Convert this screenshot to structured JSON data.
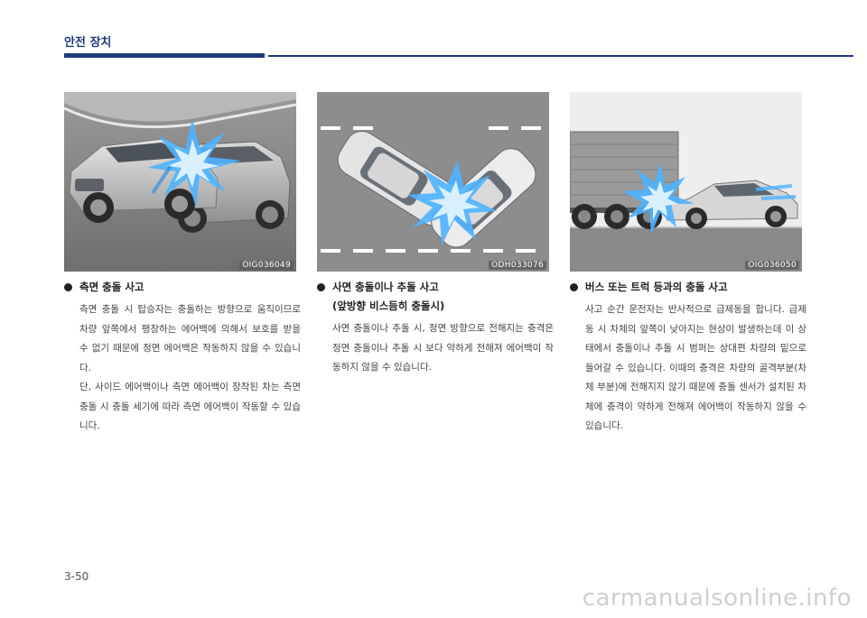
{
  "header": {
    "title": "안전 장치"
  },
  "figures": [
    {
      "code": "OIG036049"
    },
    {
      "code": "ODH033076"
    },
    {
      "code": "OIG036050"
    }
  ],
  "sections": [
    {
      "title": "측면 충돌 사고",
      "subtitle": "",
      "body": "측면 충돌 시 탑승자는 충돌하는 방향으로 움직이므로 차량 앞쪽에서 팽창하는 에어백에 의해서 보호를 받을 수 없기 때문에 정면 에어백은 작동하지 않을 수 있습니다.",
      "body2": "단, 사이드 에어백이나 측면 에어백이 장착된 차는 측면 충돌 시 충돌 세기에 따라 측면 에어백이 작동할 수 있습니다."
    },
    {
      "title": "사면 충돌이나 추돌 사고",
      "subtitle": "(앞방향 비스듬히 충돌시)",
      "body": "사면 충돌이나 추돌 시, 정면 방향으로 전해지는 충격은 정면 충돌이나 추돌 시 보다 약하게 전해져 에어백이 작동하지 않을 수 있습니다.",
      "body2": ""
    },
    {
      "title": "버스 또는 트럭 등과의 충돌 사고",
      "subtitle": "",
      "body": "사고 순간 운전자는 반사적으로 급제동을 합니다. 급제동 시 차체의 앞쪽이 낮아지는 현상이 발생하는데 이 상태에서 충돌이나 추돌 시 범퍼는 상대편 차량의 밑으로 들어갈 수 있습니다. 이때의 충격은 차량의 골격부분(차체 부분)에 전해지지 않기 때문에 충돌 센서가 설치된 차체에 충격이 약하게 전해져 에어백이 작동하지 않을 수 있습니다.",
      "body2": ""
    }
  ],
  "footer": {
    "page": "3-50",
    "watermark": "carmanualsonline.info"
  }
}
